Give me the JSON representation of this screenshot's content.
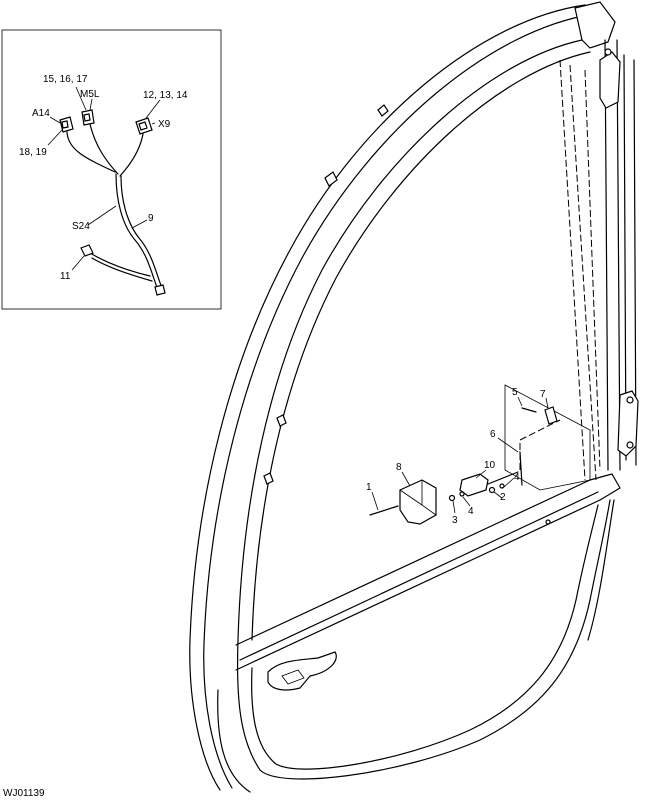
{
  "figure_id": "WJ01139",
  "inset_labels": {
    "l_15_16_17": "15, 16, 17",
    "l_m5l": "M5L",
    "l_12_13_14": "12, 13, 14",
    "l_a14": "A14",
    "l_x9": "X9",
    "l_18_19": "18, 19",
    "l_s24": "S24",
    "l_9": "9",
    "l_11": "11"
  },
  "door_labels": {
    "l_1": "1",
    "l_2": "2",
    "l_3": "3",
    "l_4a": "4",
    "l_4b": "4",
    "l_5": "5",
    "l_6": "6",
    "l_7": "7",
    "l_8": "8",
    "l_10": "10"
  }
}
